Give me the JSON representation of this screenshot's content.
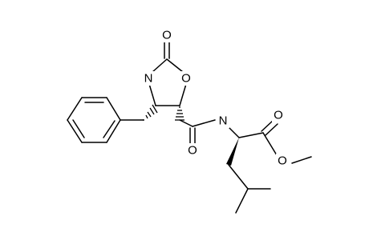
{
  "atoms": {
    "carbonyl_oxygen_ring": "O",
    "ring_nitrogen": "N",
    "ring_oxygen": "O",
    "amide_nitrogen": "N",
    "amide_oxygen": "O",
    "ester_carbonyl_oxygen": "O",
    "ester_oxygen": "O"
  },
  "colors": {
    "bond": "#000000",
    "label": "#000000",
    "background": "#ffffff"
  }
}
